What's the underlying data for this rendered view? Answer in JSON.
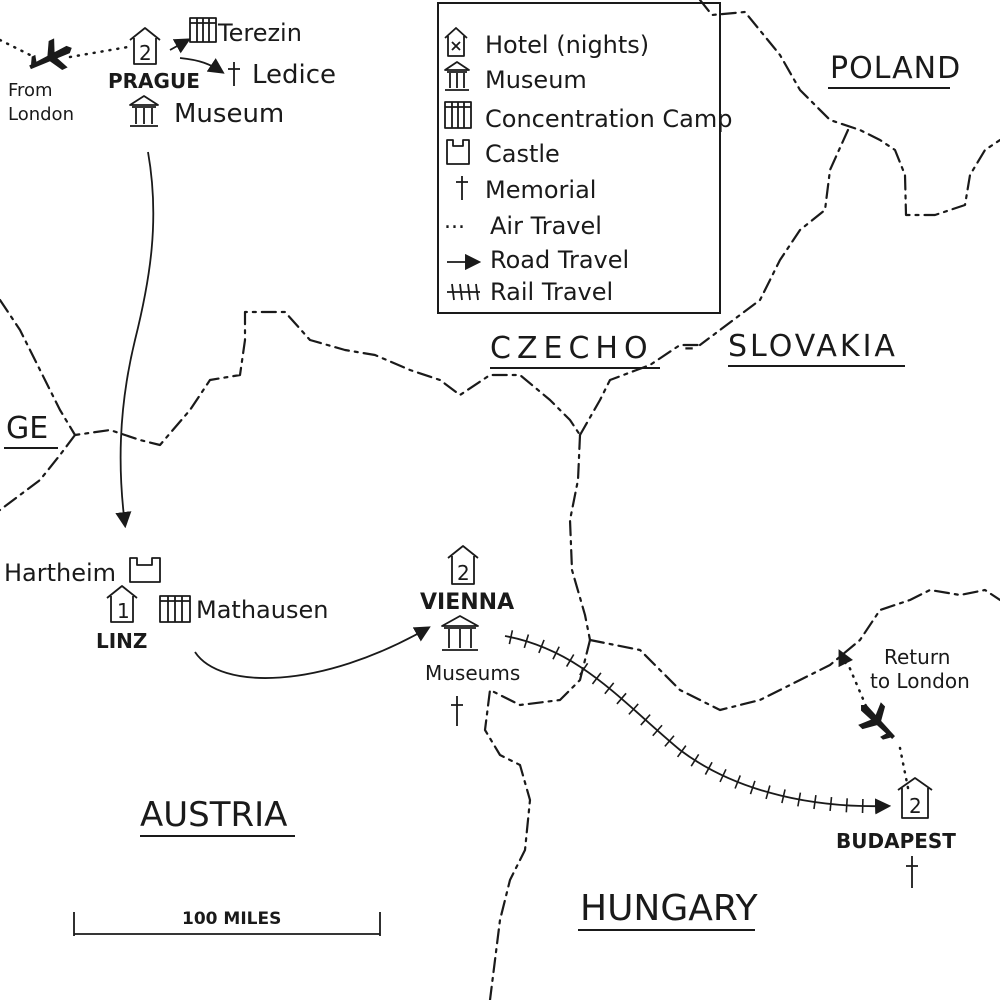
{
  "legend": {
    "items": [
      {
        "icon": "hotel-icon",
        "label": "Hotel (nights)"
      },
      {
        "icon": "museum-icon",
        "label": "Museum"
      },
      {
        "icon": "concentration-camp-icon",
        "label": "Concentration Camp"
      },
      {
        "icon": "castle-icon",
        "label": "Castle"
      },
      {
        "icon": "memorial-cross-icon",
        "label": "Memorial"
      },
      {
        "icon": "air-travel-dots",
        "label": "Air Travel",
        "marker": "..."
      },
      {
        "icon": "road-travel-arrow",
        "label": "Road Travel"
      },
      {
        "icon": "rail-travel-hatch",
        "label": "Rail Travel"
      }
    ]
  },
  "countries": {
    "poland": "POLAND",
    "czecho": "CZECHO",
    "dash": "-",
    "slovakia": "SLOVAKIA",
    "germany": "GE",
    "austria": "AUSTRIA",
    "hungary": "HUNGARY"
  },
  "places": {
    "from_london_1": "From",
    "from_london_2": "London",
    "prague": "PRAGUE",
    "prague_nights": "2",
    "terezin": "Terezin",
    "ledice": "Ledice",
    "prague_museum": "Museum",
    "hartheim": "Hartheim",
    "linz": "LINZ",
    "linz_nights": "1",
    "mathausen": "Mathausen",
    "vienna": "VIENNA",
    "vienna_nights": "2",
    "vienna_museums": "Museums",
    "budapest": "BUDAPEST",
    "budapest_nights": "2",
    "return_1": "Return",
    "return_2": "to London"
  },
  "scale": {
    "label": "100 MILES",
    "miles": 100
  },
  "colors": {
    "ink": "#1a1a1a",
    "paper": "#ffffff"
  }
}
